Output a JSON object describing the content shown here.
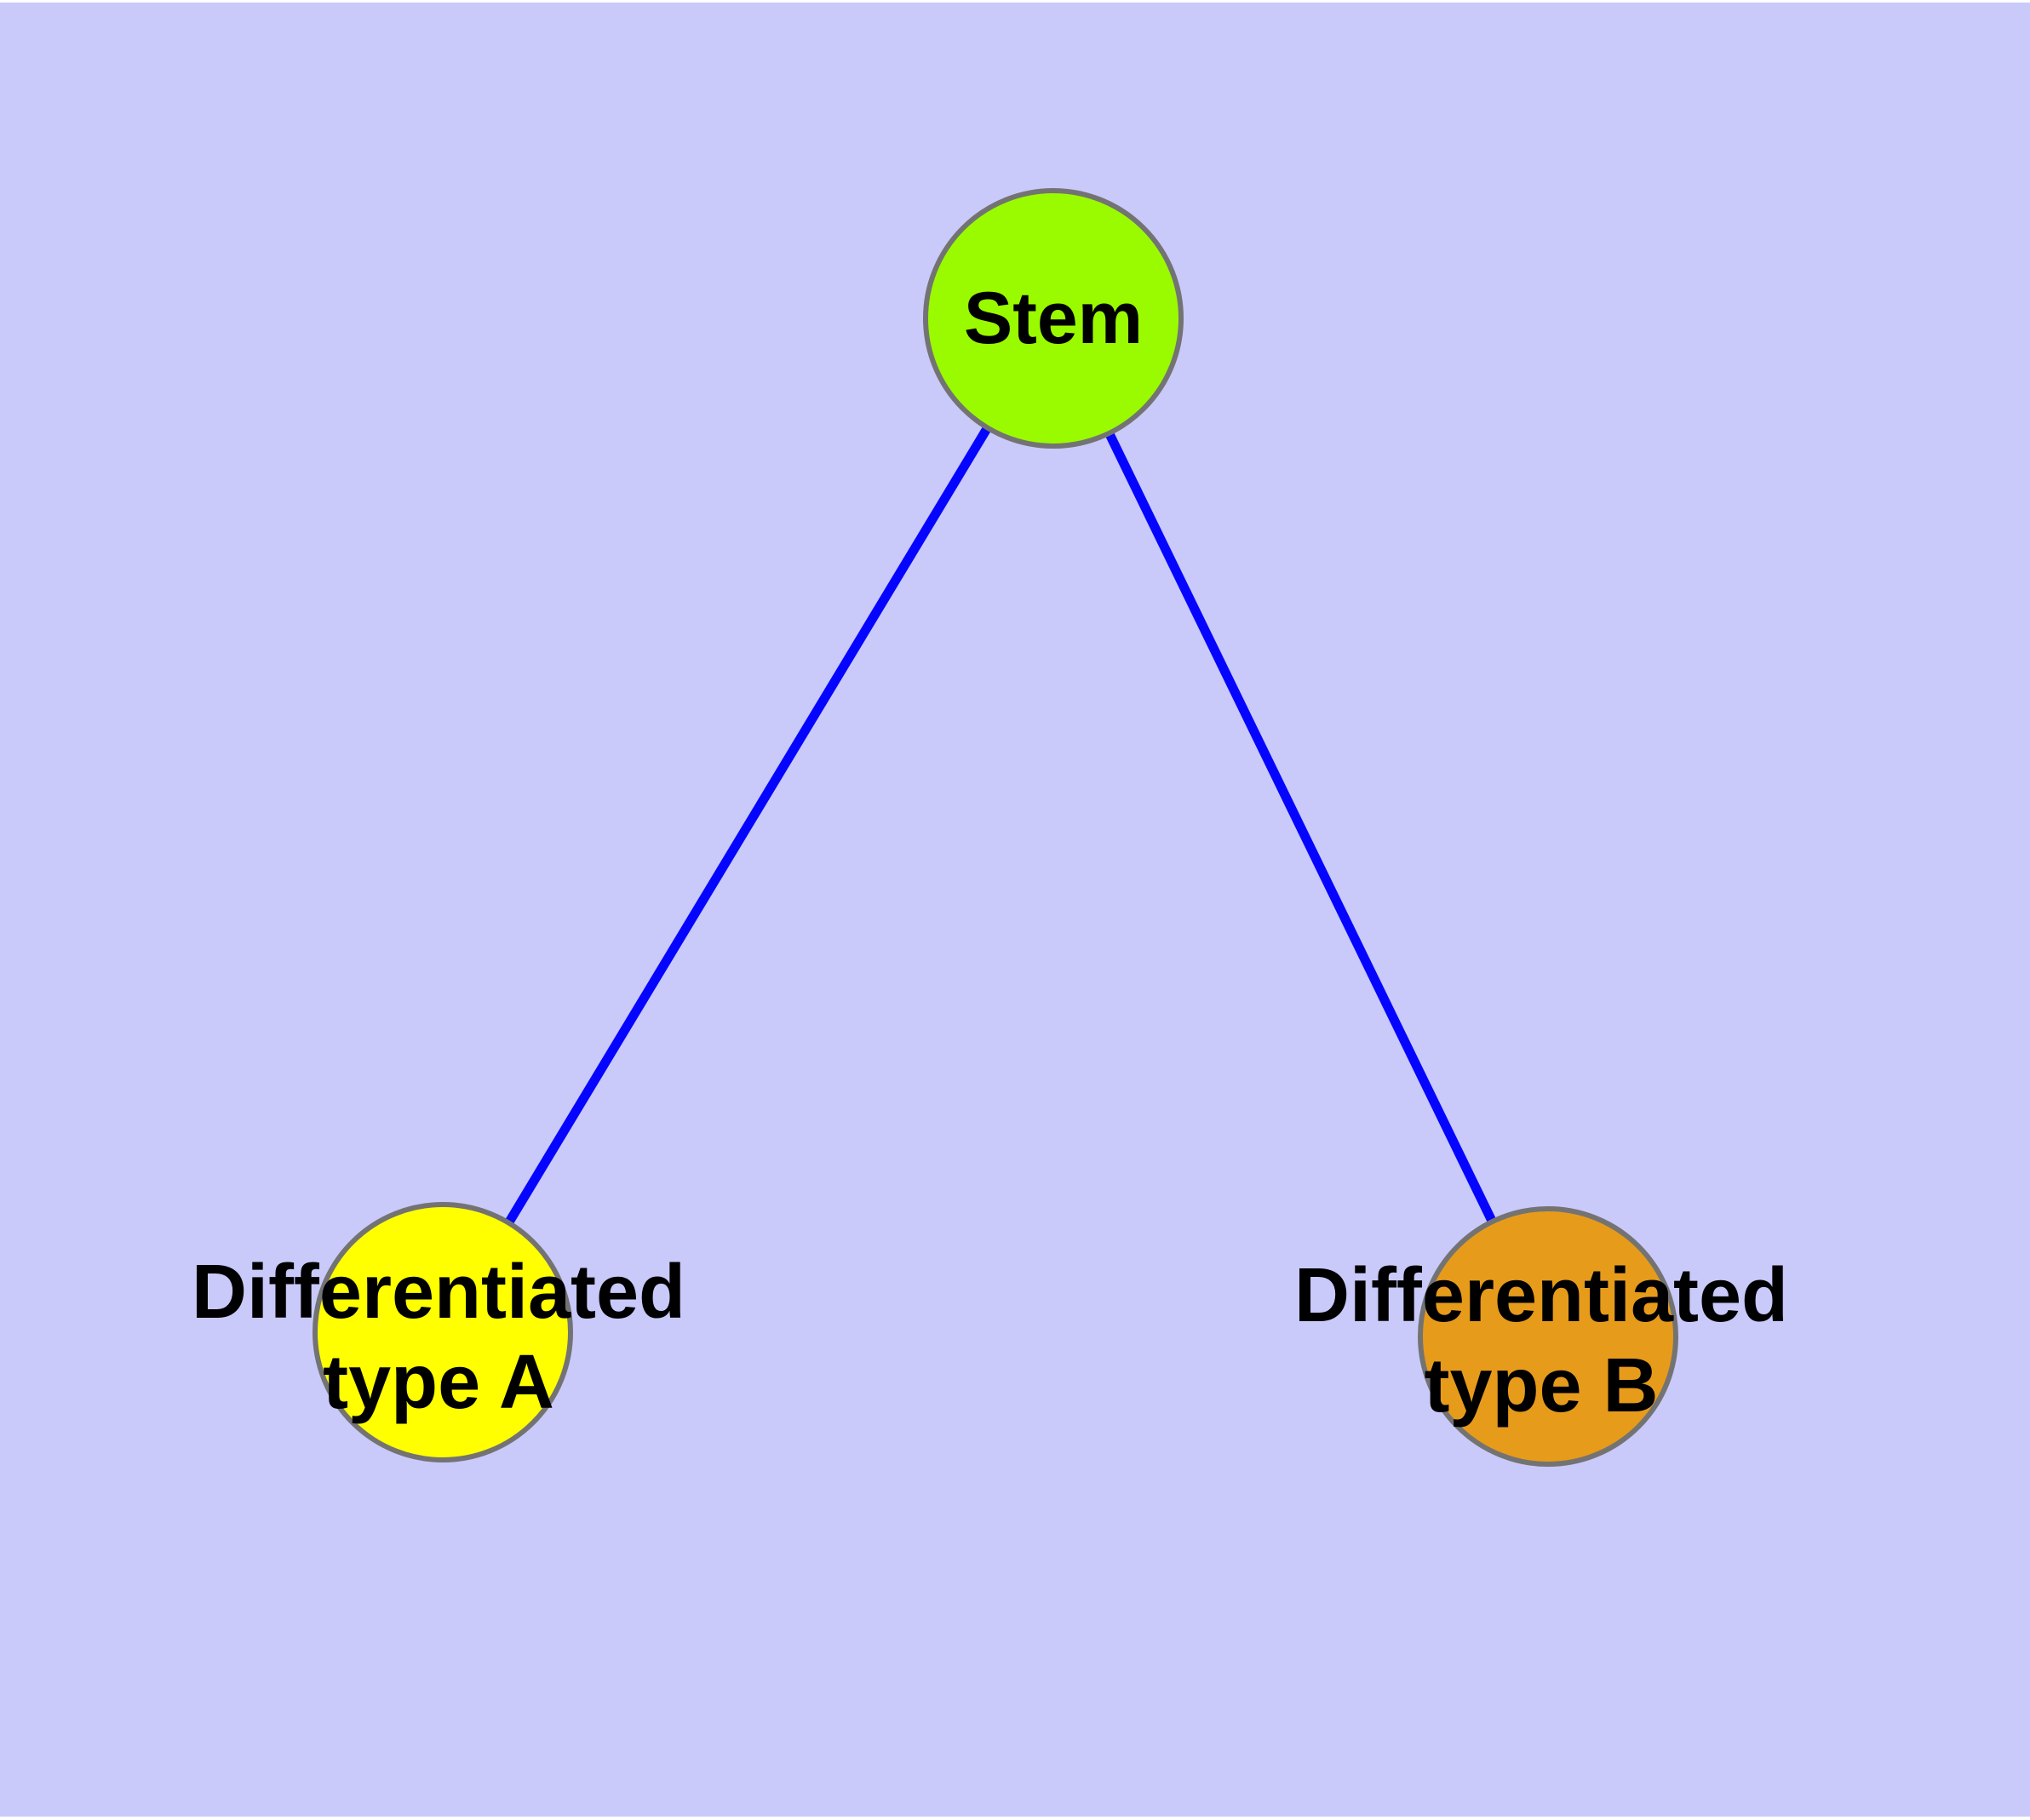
{
  "diagram": {
    "kind": "graph-plot",
    "background_color": "#C9C9FA",
    "page_margin_color": "#ffffff",
    "edge_color": "#0505FF",
    "node_border_color": "#737373",
    "label_color": "#000000",
    "nodes": [
      {
        "id": "stem",
        "label": "Stem",
        "line1": "Stem",
        "line2": "",
        "color": "#9AFB00"
      },
      {
        "id": "type-a",
        "label": "Differentiated type A",
        "line1": "Differentiated",
        "line2": "type A",
        "color": "#FFFF00"
      },
      {
        "id": "type-b",
        "label": "Differentiated type B",
        "line1": "Differentiated",
        "line2": "type B",
        "color": "#E79B1B"
      }
    ],
    "edges": [
      {
        "from": "Stem",
        "to": "Differentiated type A"
      },
      {
        "from": "Stem",
        "to": "Differentiated type B"
      }
    ]
  }
}
